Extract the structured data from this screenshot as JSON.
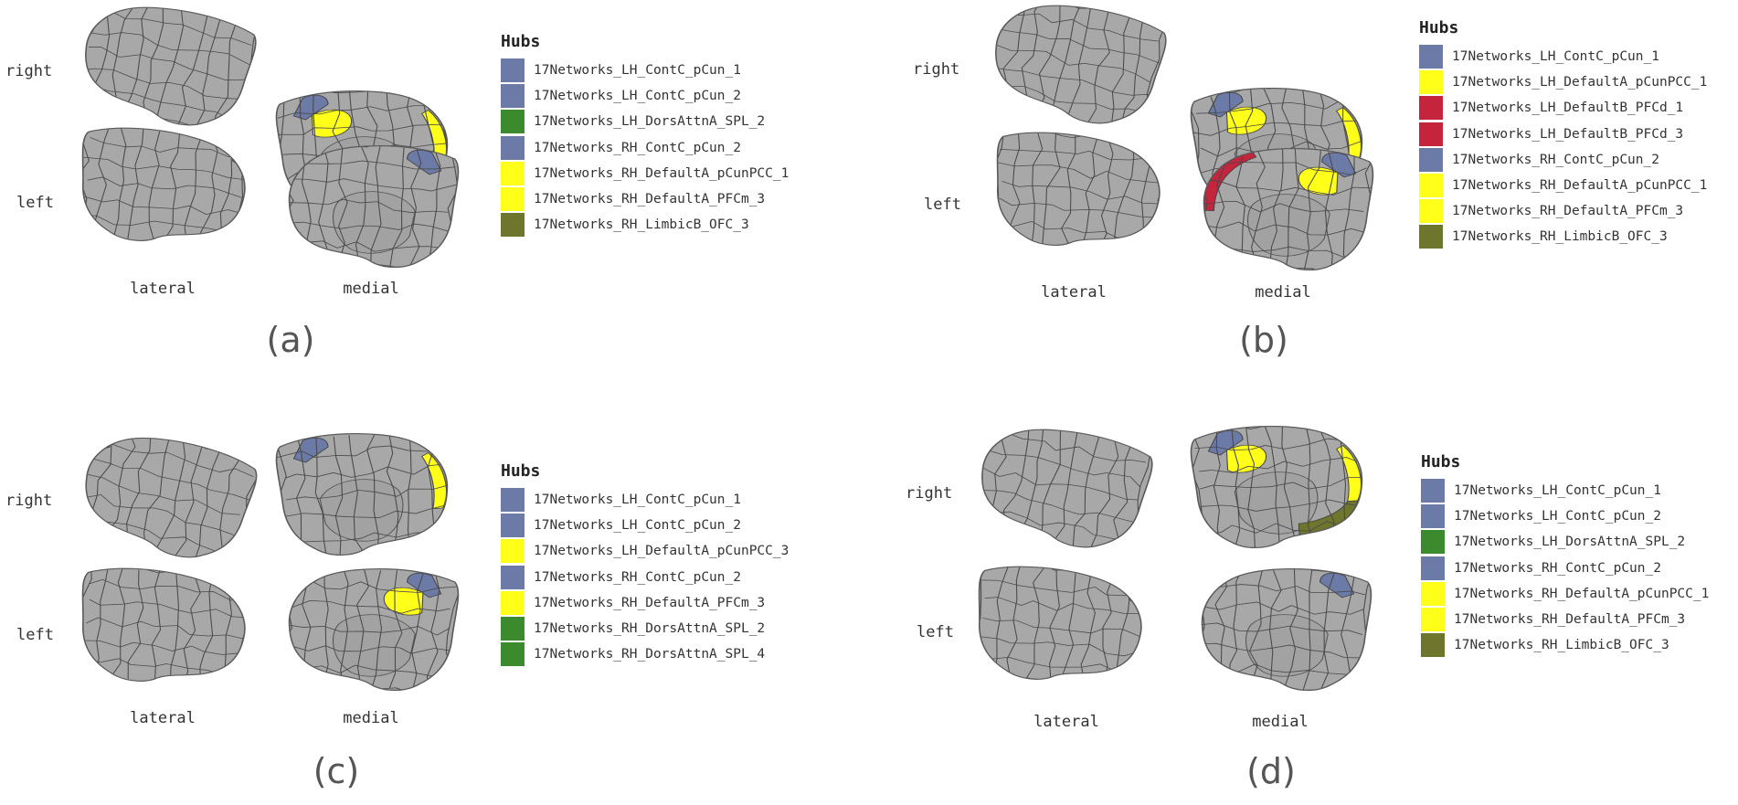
{
  "labels": {
    "right": "right",
    "left": "left",
    "lateral": "lateral",
    "medial": "medial"
  },
  "panels": [
    {
      "tag": "(a)",
      "legend_title": "Hubs",
      "hubs": [
        {
          "name": "17Networks_LH_ContC_pCun_1",
          "color": "#6b7aa6"
        },
        {
          "name": "17Networks_LH_ContC_pCun_2",
          "color": "#6b7aa6"
        },
        {
          "name": "17Networks_LH_DorsAttnA_SPL_2",
          "color": "#3b8a2e"
        },
        {
          "name": "17Networks_RH_ContC_pCun_2",
          "color": "#6b7aa6"
        },
        {
          "name": "17Networks_RH_DefaultA_pCunPCC_1",
          "color": "#ffff1a"
        },
        {
          "name": "17Networks_RH_DefaultA_PFCm_3",
          "color": "#ffff1a"
        },
        {
          "name": "17Networks_RH_LimbicB_OFC_3",
          "color": "#6e752c"
        }
      ]
    },
    {
      "tag": "(b)",
      "legend_title": "Hubs",
      "hubs": [
        {
          "name": "17Networks_LH_ContC_pCun_1",
          "color": "#6b7aa6"
        },
        {
          "name": "17Networks_LH_DefaultA_pCunPCC_1",
          "color": "#ffff1a"
        },
        {
          "name": "17Networks_LH_DefaultB_PFCd_1",
          "color": "#c4243c"
        },
        {
          "name": "17Networks_LH_DefaultB_PFCd_3",
          "color": "#c4243c"
        },
        {
          "name": "17Networks_RH_ContC_pCun_2",
          "color": "#6b7aa6"
        },
        {
          "name": "17Networks_RH_DefaultA_pCunPCC_1",
          "color": "#ffff1a"
        },
        {
          "name": "17Networks_RH_DefaultA_PFCm_3",
          "color": "#ffff1a"
        },
        {
          "name": "17Networks_RH_LimbicB_OFC_3",
          "color": "#6e752c"
        }
      ]
    },
    {
      "tag": "(c)",
      "legend_title": "Hubs",
      "hubs": [
        {
          "name": "17Networks_LH_ContC_pCun_1",
          "color": "#6b7aa6"
        },
        {
          "name": "17Networks_LH_ContC_pCun_2",
          "color": "#6b7aa6"
        },
        {
          "name": "17Networks_LH_DefaultA_pCunPCC_3",
          "color": "#ffff1a"
        },
        {
          "name": "17Networks_RH_ContC_pCun_2",
          "color": "#6b7aa6"
        },
        {
          "name": "17Networks_RH_DefaultA_PFCm_3",
          "color": "#ffff1a"
        },
        {
          "name": "17Networks_RH_DorsAttnA_SPL_2",
          "color": "#3b8a2e"
        },
        {
          "name": "17Networks_RH_DorsAttnA_SPL_4",
          "color": "#3b8a2e"
        }
      ]
    },
    {
      "tag": "(d)",
      "legend_title": "Hubs",
      "hubs": [
        {
          "name": "17Networks_LH_ContC_pCun_1",
          "color": "#6b7aa6"
        },
        {
          "name": "17Networks_LH_ContC_pCun_2",
          "color": "#6b7aa6"
        },
        {
          "name": "17Networks_LH_DorsAttnA_SPL_2",
          "color": "#3b8a2e"
        },
        {
          "name": "17Networks_RH_ContC_pCun_2",
          "color": "#6b7aa6"
        },
        {
          "name": "17Networks_RH_DefaultA_pCunPCC_1",
          "color": "#ffff1a"
        },
        {
          "name": "17Networks_RH_DefaultA_PFCm_3",
          "color": "#ffff1a"
        },
        {
          "name": "17Networks_RH_LimbicB_OFC_3",
          "color": "#6e752c"
        }
      ]
    }
  ]
}
